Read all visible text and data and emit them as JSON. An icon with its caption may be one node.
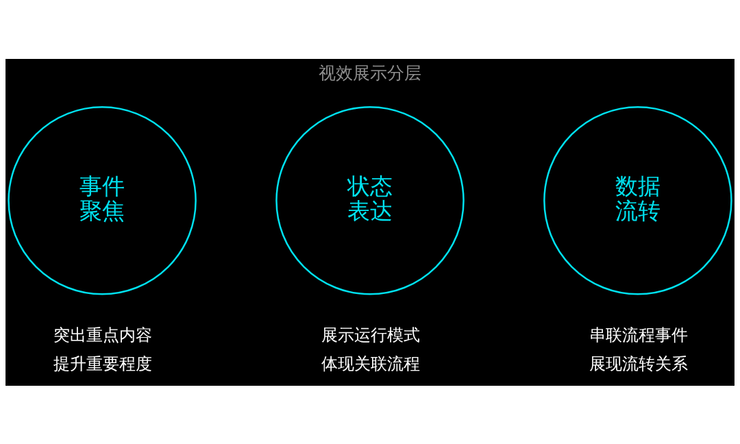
{
  "diagram": {
    "title": "视效展示分层",
    "nodes": [
      {
        "text": [
          "事件聚焦"
        ],
        "beside": [
          "突出重点内容",
          "提升重要程度"
        ]
      },
      {
        "text": [
          "状态表达"
        ],
        "beside": [
          "展示运行模式",
          "体现关联流程"
        ]
      },
      {
        "text": [
          "数据流转"
        ],
        "beside": [
          "串联流程事件",
          "展现流转关系"
        ]
      }
    ]
  }
}
